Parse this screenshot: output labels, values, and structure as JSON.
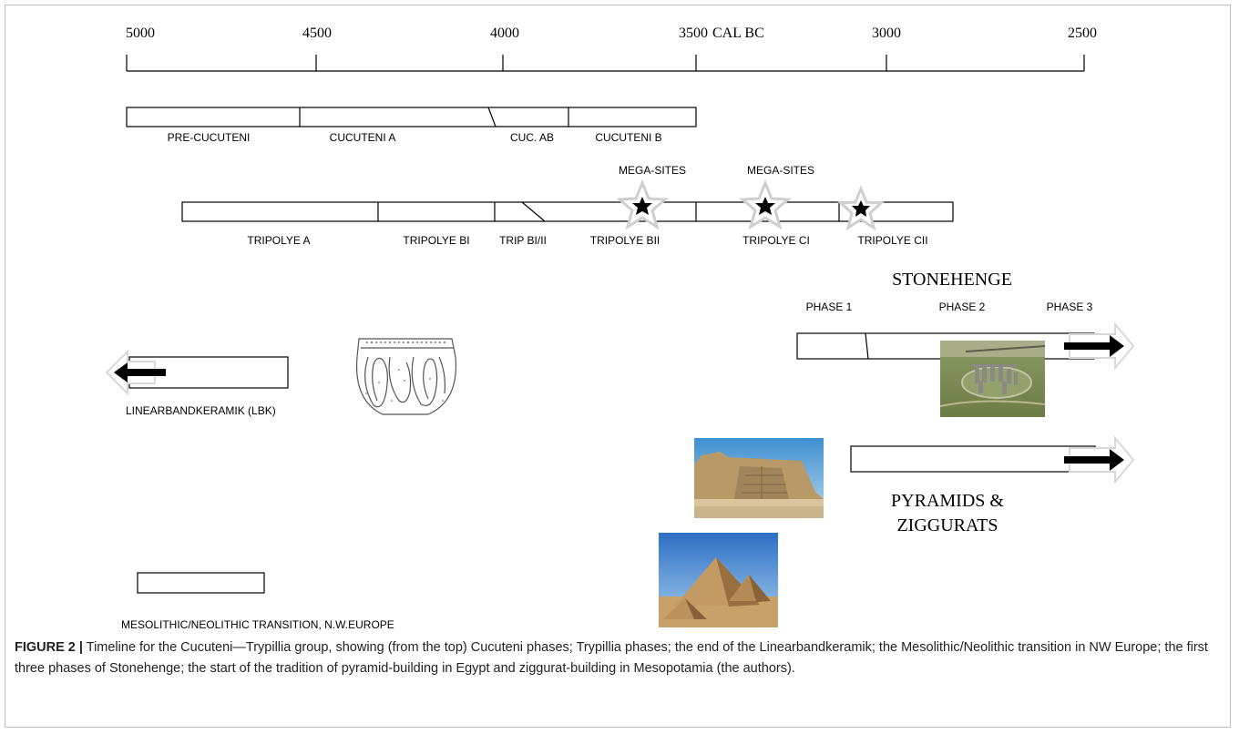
{
  "axis": {
    "unit_label": "CAL BC",
    "ticks": [
      "5000",
      "4500",
      "4000",
      "3500",
      "3000",
      "2500"
    ]
  },
  "cucuteni": {
    "phases": [
      "PRE-CUCUTENI",
      "CUCUTENI A",
      "CUC. AB",
      "CUCUTENI B"
    ]
  },
  "tripolye": {
    "phases": [
      "TRIPOLYE A",
      "TRIPOLYE BI",
      "TRIP BI/II",
      "TRIPOLYE BII",
      "TRIPOLYE CI",
      "TRIPOLYE CII"
    ],
    "mega_sites_label": "MEGA-SITES"
  },
  "stonehenge": {
    "title": "STONEHENGE",
    "phases": [
      "PHASE 1",
      "PHASE 2",
      "PHASE 3"
    ]
  },
  "lbk": {
    "label": "LINEARBANDKERAMIK (LBK)"
  },
  "pyramids": {
    "line1": "PYRAMIDS &",
    "line2": "ZIGGURATS"
  },
  "mesolithic": {
    "label": "MESOLITHIC/NEOLITHIC TRANSITION, N.W.EUROPE"
  },
  "caption": {
    "label": "FIGURE 2 |",
    "text": "Timeline for the Cucuteni—Trypillia group, showing (from the top) Cucuteni phases; Trypillia phases; the end of the Linearbandkeramik; the Mesolithic/Neolithic transition in NW Europe; the first three phases of Stonehenge; the start of the tradition of pyramid-building in Egypt and ziggurat-building in Mesopotamia (the authors)."
  },
  "colors": {
    "frame": "#bfbfbf",
    "line": "#000000",
    "arrow_shadow": "#d8d8d8",
    "star_halo": "#cfcfcf"
  }
}
